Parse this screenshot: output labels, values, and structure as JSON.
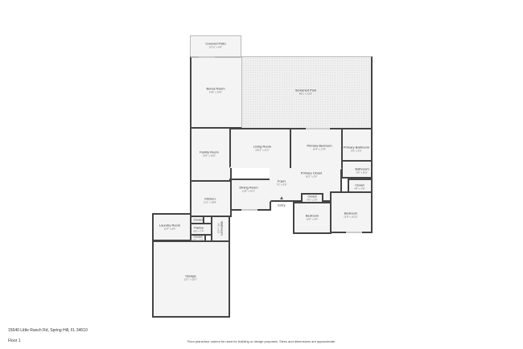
{
  "address": "15640 Little Ranch Rd, Spring Hill, FL 34610",
  "floor": "Floor 1",
  "disclaimer": "Floor plans/tour cannot be used for building or design purposes. Sizes and dimensions are approximate.",
  "rooms": {
    "covered_patio": {
      "name": "Covered Patio",
      "dims": "10'11\" x 6'8\""
    },
    "bonus_room": {
      "name": "Bonus Room",
      "dims": "14'8\" x 20'9\""
    },
    "screened_pool": {
      "name": "Screened Pool",
      "dims": "46'1\" x 21'5\""
    },
    "family_room": {
      "name": "Family Room",
      "dims": "13'8\" x 16'9\""
    },
    "living_room": {
      "name": "Living Room",
      "dims": "18'11\" x 11'2\""
    },
    "primary_bedroom": {
      "name": "Primary Bedroom",
      "dims": "16'4\" x 17'8\""
    },
    "primary_bathroom": {
      "name": "Primary Bathroom",
      "dims": "8'6\" x 5'6\""
    },
    "bathroom_1": {
      "name": "Bathroom",
      "dims": "8'0\" x 8'11\""
    },
    "primary_closet": {
      "name": "Primary Closet",
      "dims": "10'2\" x 2'9\""
    },
    "closet_1": {
      "name": "Closet",
      "dims": "6'8\" x 3'8\""
    },
    "dining_room": {
      "name": "Dining Room",
      "dims": "11'8\" x 10'1\""
    },
    "foyer": {
      "name": "Foyer",
      "dims": "7'2\" x 9'0\""
    },
    "entry": {
      "name": "Entry"
    },
    "kitchen": {
      "name": "Kitchen",
      "dims": "11'1\" x 18'8\""
    },
    "closet_2": {
      "name": "Closet",
      "dims": "4'6\" x 2'8\""
    },
    "bedroom_1": {
      "name": "Bedroom",
      "dims": "10'0\" x 9'9\""
    },
    "bedroom_2": {
      "name": "Bedroom",
      "dims": "11'8\" x 10'11\""
    },
    "laundry_room": {
      "name": "Laundry Room",
      "dims": "10'4\" x 6'8\""
    },
    "closet_3": {
      "name": "Closet"
    },
    "pantry": {
      "name": "Pantry",
      "dims": "6'8\" x 7'4\""
    },
    "closet_4": {
      "name": "Closet",
      "dims": "6'8\" x 2'0\""
    },
    "bathroom_2": {
      "name": "Bathroom",
      "dims": "4'8\" x 9'2\""
    },
    "garage": {
      "name": "Garage",
      "dims": "22'7\" x 20'7\""
    }
  }
}
